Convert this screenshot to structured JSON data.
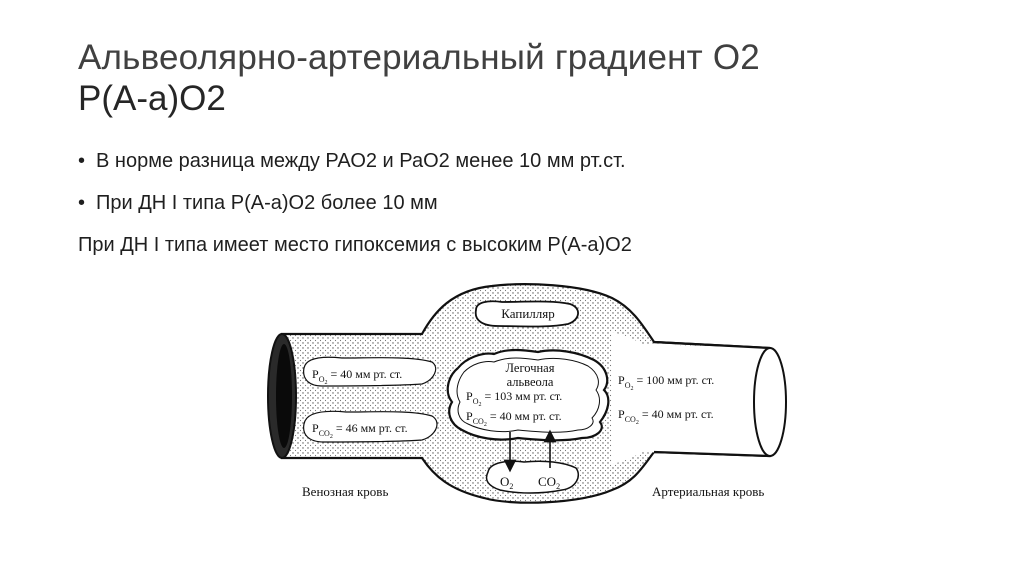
{
  "title": {
    "line1": "Альвеолярно-артериальный градиент О2",
    "line2": "Р(А-а)О2"
  },
  "bullets": [
    {
      "marker": "•",
      "text": "В норме разница между РАО2 и РаО2 менее 10 мм рт.ст."
    },
    {
      "marker": "•",
      "text": "При ДН I типа Р(А-а)О2 более 10 мм"
    }
  ],
  "note": "При ДН I типа имеет место гипоксемия с высоким Р(А-а)О2",
  "figure": {
    "capillary_label": "Капилляр",
    "alveolus_label_line1": "Легочная",
    "alveolus_label_line2": "альвеола",
    "venous": {
      "po2_value": "= 40 мм рт. ст.",
      "pco2_value": "= 46 мм рт. ст.",
      "label": "Венозная кровь"
    },
    "alveolar": {
      "po2_value": "= 103 мм рт. ст.",
      "pco2_value": "= 40 мм рт. ст."
    },
    "arterial": {
      "po2_value": "= 100 мм рт. ст.",
      "pco2_value": "= 40 мм рт. ст.",
      "label": "Артериальная кровь"
    },
    "gas_o2": "O",
    "gas_co2": "CO",
    "p_letter": "P",
    "sub_o2": "O",
    "sub_co2": "CO",
    "sub_2": "2"
  }
}
